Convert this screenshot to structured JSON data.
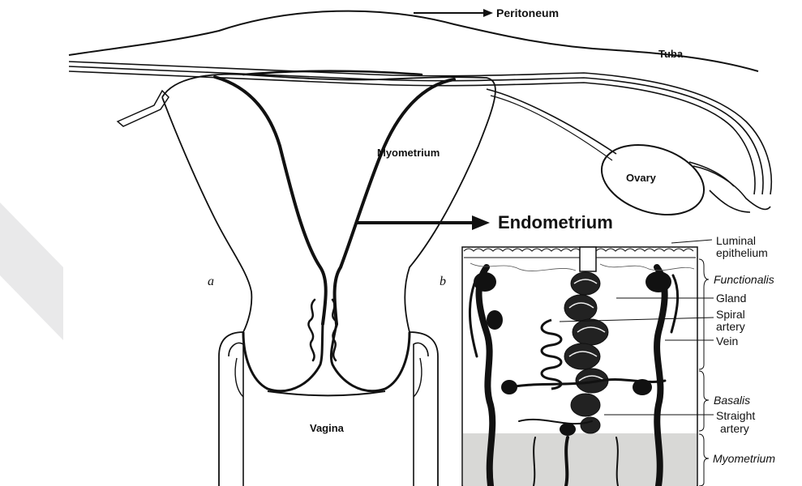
{
  "labels": {
    "peritoneum": "Peritoneum",
    "tuba": "Tuba",
    "myometrium_top": "Myometrium",
    "ovary": "Ovary",
    "endometrium": "Endometrium",
    "luminal_line1": "Luminal",
    "luminal_line2": "epithelium",
    "panel_a": "a",
    "panel_b": "b",
    "functionalis": "Functionalis",
    "gland": "Gland",
    "spiral_line1": "Spiral",
    "spiral_line2": "artery",
    "vein": "Vein",
    "basalis": "Basalis",
    "straight_line1": "Straight",
    "straight_line2": "artery",
    "vagina": "Vagina",
    "myometrium_bottom": "Myometrium"
  },
  "colors": {
    "ink": "#111111",
    "watermark": "#e9e9ea",
    "myometrium_tissue": "#d8d8d6"
  }
}
